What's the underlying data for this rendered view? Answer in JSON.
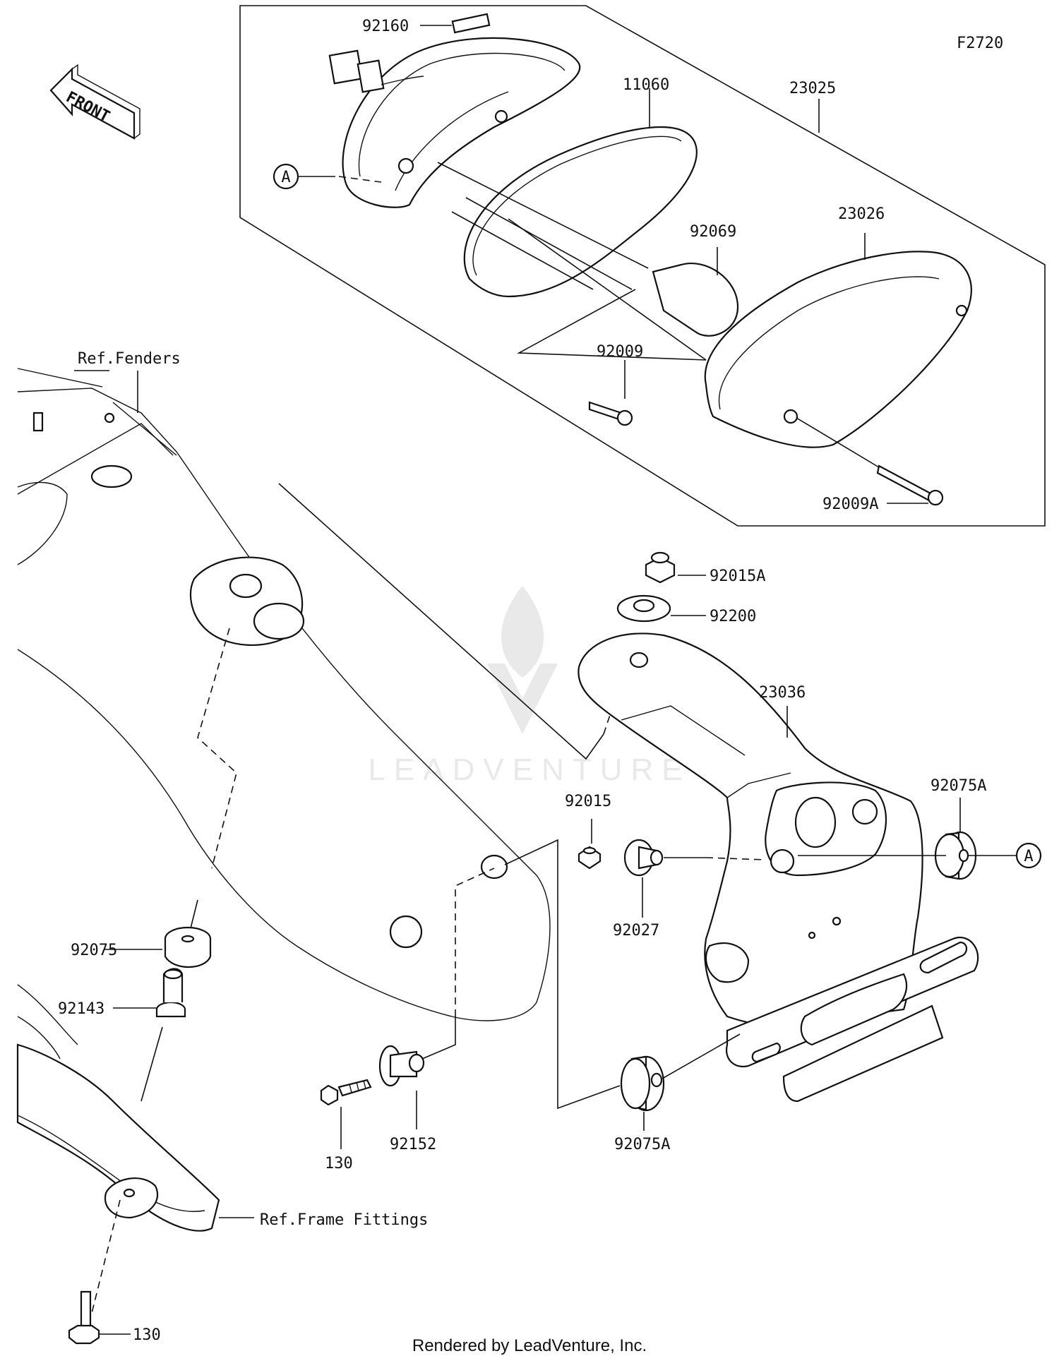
{
  "diagram_code": "F2720",
  "front_label": "FRONT",
  "watermark": "LEADVENTURE",
  "callout_marker": "A",
  "references": {
    "fenders": "Ref.Fenders",
    "frame_fittings": "Ref.Frame Fittings"
  },
  "parts": {
    "p92160": "92160",
    "p11060": "11060",
    "p23025": "23025",
    "p23026": "23026",
    "p92069": "92069",
    "p92009": "92009",
    "p92009A": "92009A",
    "p92015A": "92015A",
    "p92200": "92200",
    "p23036": "23036",
    "p92015": "92015",
    "p92075A_top": "92075A",
    "p92027": "92027",
    "p92075": "92075",
    "p92143": "92143",
    "p130_mid": "130",
    "p92152": "92152",
    "p92075A_bottom": "92075A",
    "p130_bottom": "130"
  },
  "footer": "Rendered by LeadVenture, Inc."
}
